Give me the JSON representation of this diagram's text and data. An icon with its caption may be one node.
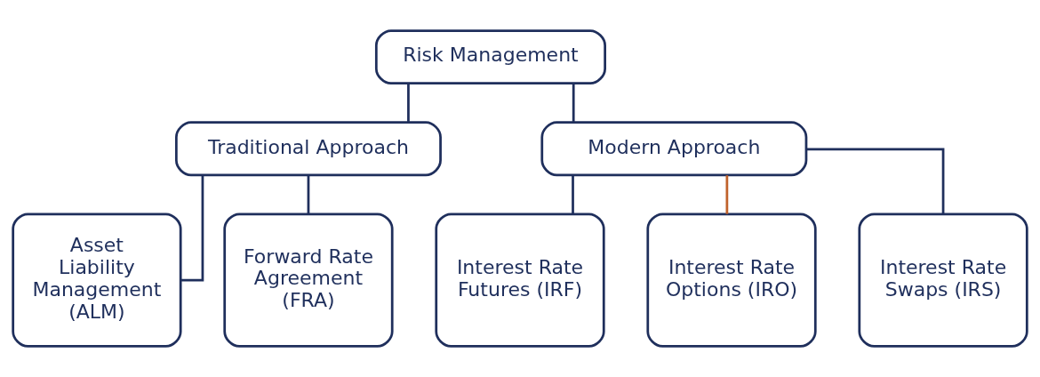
{
  "diagram": {
    "nodes": [
      {
        "text": [
          "Risk Management"
        ]
      },
      {
        "text": [
          "Traditional Approach"
        ]
      },
      {
        "text": [
          "Modern Approach"
        ]
      },
      {
        "text": [
          "Asset Liability Management (ALM)"
        ]
      },
      {
        "text": [
          "Forward Rate Agreement (FRA)"
        ]
      },
      {
        "text": [
          "Interest Rate Futures (IRF)"
        ]
      },
      {
        "text": [
          "Interest Rate Options (IRO)"
        ]
      },
      {
        "text": [
          "Interest Rate Swaps (IRS)"
        ]
      }
    ],
    "edges": [
      {
        "from": 0,
        "to": 1,
        "arrow": "none"
      },
      {
        "from": 0,
        "to": 2,
        "arrow": "none"
      },
      {
        "from": 1,
        "to": 3,
        "arrow": "none"
      },
      {
        "from": 1,
        "to": 4,
        "arrow": "none"
      },
      {
        "from": 2,
        "to": 5,
        "arrow": "none"
      },
      {
        "from": 2,
        "to": 6,
        "arrow": "none",
        "color": "#c0622b"
      },
      {
        "from": 2,
        "to": 7,
        "arrow": "none"
      }
    ]
  }
}
